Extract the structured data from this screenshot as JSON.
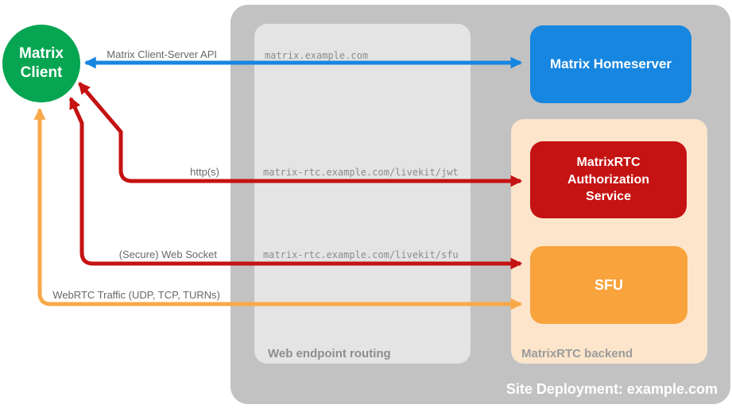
{
  "client": {
    "lines": [
      "Matrix",
      "Client"
    ]
  },
  "homeserver": {
    "label": "Matrix Homeserver"
  },
  "auth_service": {
    "lines": [
      "MatrixRTC",
      "Authorization",
      "Service"
    ]
  },
  "sfu": {
    "label": "SFU"
  },
  "routing": {
    "caption": "Web endpoint routing",
    "endpoints": [
      "matrix.example.com",
      "matrix-rtc.example.com/livekit/jwt",
      "matrix-rtc.example.com/livekit/sfu"
    ]
  },
  "backend": {
    "caption": "MatrixRTC backend"
  },
  "deployment": {
    "caption": "Site Deployment: example.com"
  },
  "arrows": [
    {
      "name": "matrix-client-server-api",
      "label": "Matrix Client-Server API",
      "color": "#1786e0"
    },
    {
      "name": "https",
      "label": "http(s)",
      "color": "#c51212"
    },
    {
      "name": "secure-web-socket",
      "label": "(Secure) Web Socket",
      "color": "#c51212"
    },
    {
      "name": "webrtc-traffic",
      "label": "WebRTC Traffic (UDP, TCP, TURNs)",
      "color": "#f9a848"
    }
  ],
  "colors": {
    "client_green": "#06a551",
    "homeserver_blue": "#1786e0",
    "auth_red": "#c51212",
    "sfu_orange": "#f9a33c",
    "backend_peach": "#fce5cb",
    "deployment_gray": "#c2c2c2",
    "routing_gray": "#e4e4e4"
  }
}
